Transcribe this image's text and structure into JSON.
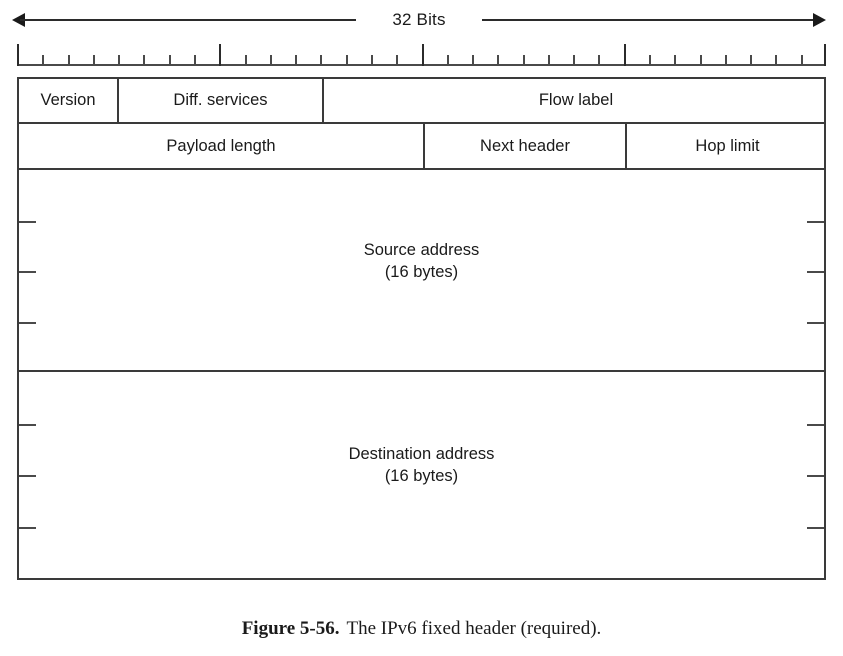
{
  "figure": {
    "width_arrow": {
      "label": "32 Bits",
      "bits": 32
    },
    "ruler": {
      "total_bits": 32,
      "major_tick_every": 8,
      "minor_tick_every": 1
    },
    "rows": [
      {
        "name": "row-1",
        "fields": [
          {
            "label": "Version",
            "bits": 4
          },
          {
            "label": "Diff. services",
            "bits": 8
          },
          {
            "label": "Flow label",
            "bits": 20
          }
        ]
      },
      {
        "name": "row-2",
        "fields": [
          {
            "label": "Payload length",
            "bits": 16
          },
          {
            "label": "Next header",
            "bits": 8
          },
          {
            "label": "Hop limit",
            "bits": 8
          }
        ]
      }
    ],
    "address_blocks": [
      {
        "name": "source-address",
        "label": "Source address",
        "size": "(16 bytes)",
        "word_rows": 4
      },
      {
        "name": "destination-address",
        "label": "Destination address",
        "size": "(16 bytes)",
        "word_rows": 4
      }
    ]
  },
  "caption": {
    "number": "Figure 5-56.",
    "text": "The IPv6 fixed header (required)."
  },
  "colors": {
    "line": "#3a3a3a",
    "tick": "#4a4a4a",
    "text": "#1a1a1a",
    "background": "#ffffff"
  }
}
